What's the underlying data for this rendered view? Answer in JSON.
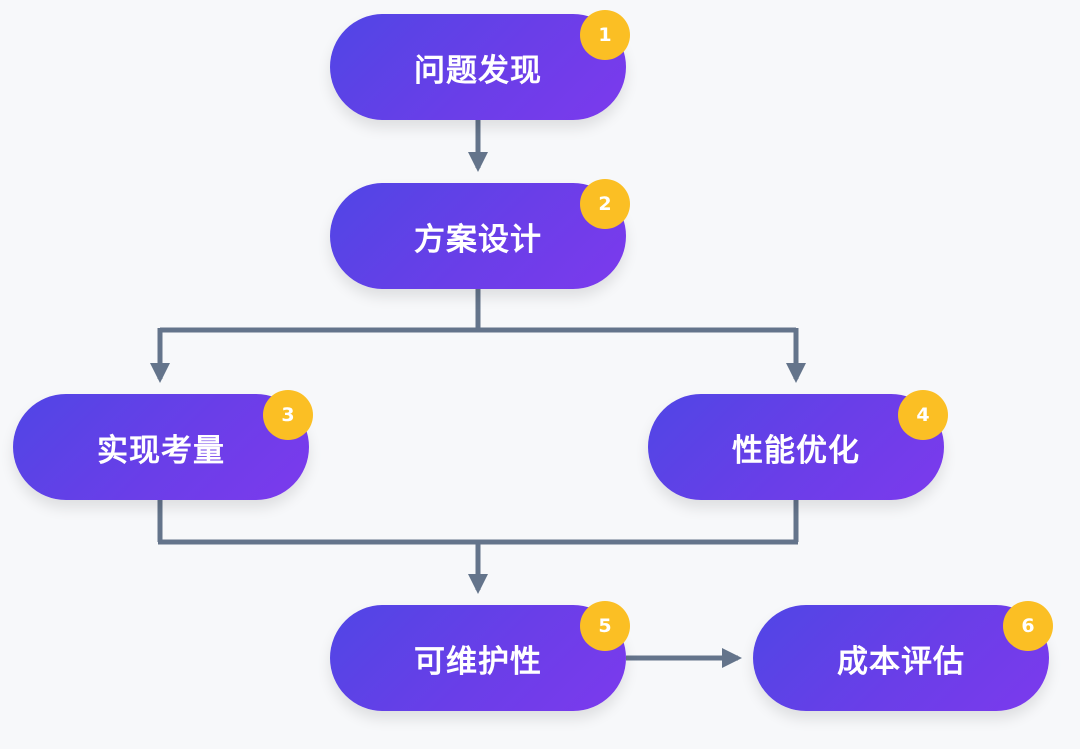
{
  "colors": {
    "node_gradient_start": "#5046e5",
    "node_gradient_end": "#7c3aed",
    "badge": "#fbbf24",
    "connector": "#64748b",
    "background": "#f7f8fa"
  },
  "nodes": [
    {
      "number": "1",
      "label": "问题发现"
    },
    {
      "number": "2",
      "label": "方案设计"
    },
    {
      "number": "3",
      "label": "实现考量"
    },
    {
      "number": "4",
      "label": "性能优化"
    },
    {
      "number": "5",
      "label": "可维护性"
    },
    {
      "number": "6",
      "label": "成本评估"
    }
  ],
  "edges": [
    {
      "from": "1",
      "to": "2"
    },
    {
      "from": "2",
      "to": "3"
    },
    {
      "from": "2",
      "to": "4"
    },
    {
      "from": "3",
      "to": "5"
    },
    {
      "from": "4",
      "to": "5"
    },
    {
      "from": "5",
      "to": "6"
    }
  ]
}
